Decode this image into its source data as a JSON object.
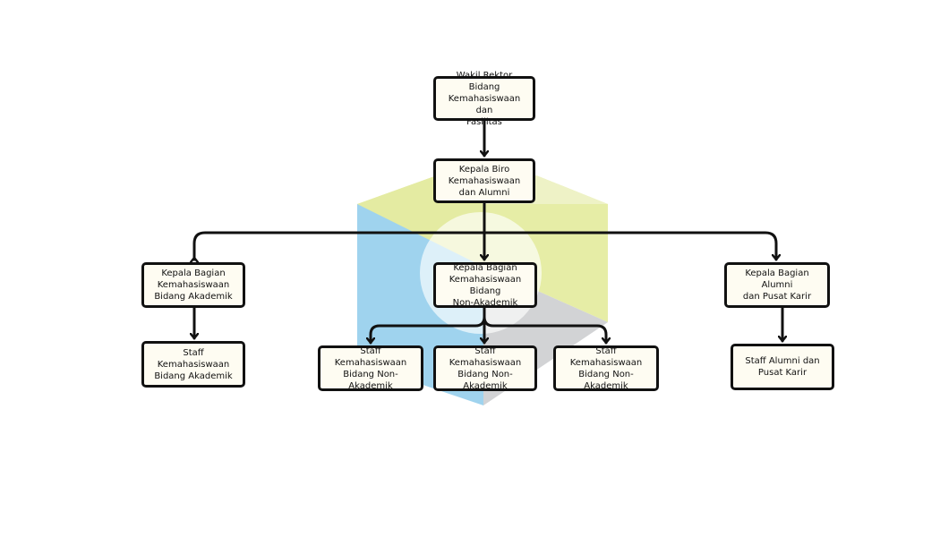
{
  "nodes": {
    "wakil_rektor": "Wakil Rektor Bidang\nKemahasiswaan dan\nFasilitas",
    "kepala_biro": "Kepala Biro\nKemahasiswaan\ndan Alumni",
    "kabag_akademik": "Kepala Bagian\nKemahasiswaan\nBidang Akademik",
    "kabag_non_akademik": "Kepala Bagian\nKemahasiswaan Bidang\nNon-Akademik",
    "kabag_alumni": "Kepala Bagian Alumni\ndan Pusat Karir",
    "staff_akademik": "Staff Kemahasiswaan\nBidang Akademik",
    "staff_non_akademik_1": "Staff Kemahasiswaan\nBidang Non-Akademik",
    "staff_non_akademik_2": "Staff Kemahasiswaan\nBidang Non-Akademik",
    "staff_non_akademik_3": "Staff Kemahasiswaan\nBidang Non-Akademik",
    "staff_alumni": "Staff Alumni dan\nPusat Karir"
  },
  "colors": {
    "box_fill": "#fefcf2",
    "border": "#111111",
    "cube_blue": "#9fd3ee",
    "cube_yellow": "#e6eda6",
    "cube_gray": "#d2d3d5"
  },
  "background_icon": "isometric-cube"
}
